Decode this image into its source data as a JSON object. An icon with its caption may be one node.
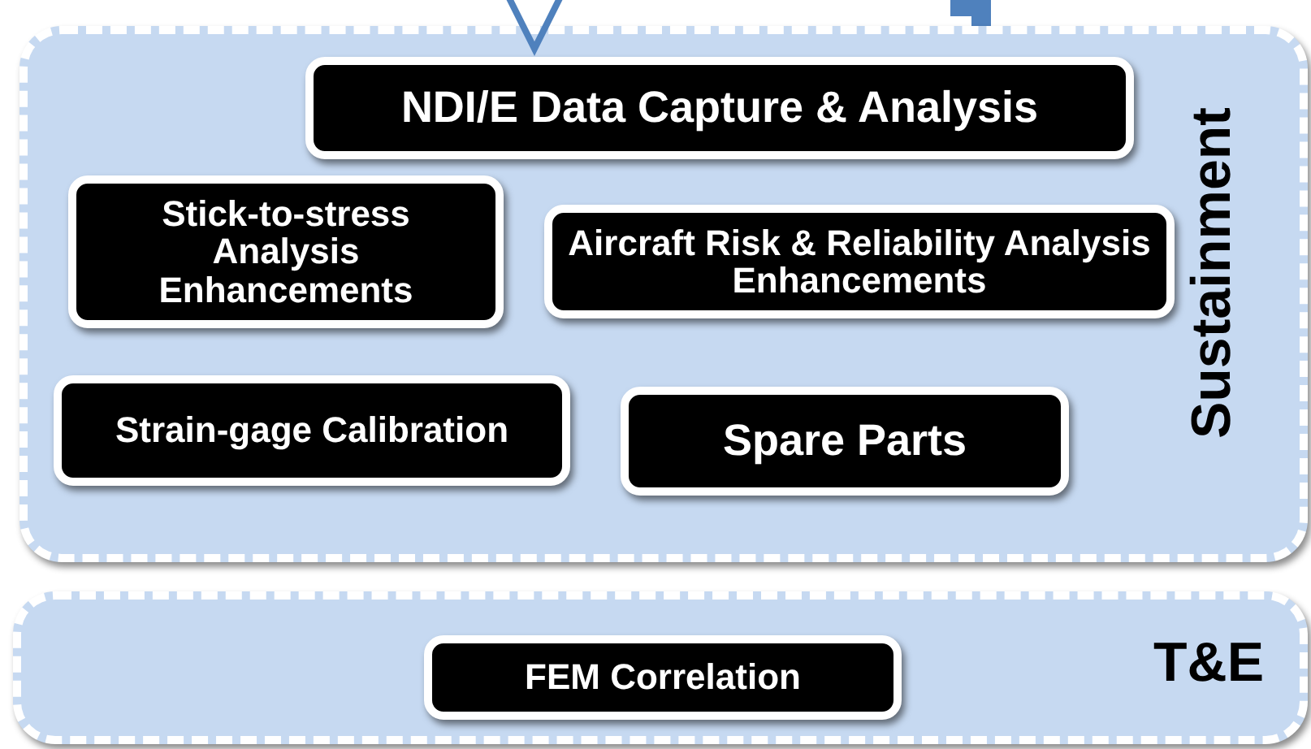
{
  "diagram": {
    "nodes": [
      {
        "text": [
          "Sustainment"
        ]
      },
      {
        "text": [
          "NDI/E Data Capture & Analysis"
        ],
        "in": 0
      },
      {
        "text": [
          "Stick-to-stress Analysis Enhancements"
        ],
        "in": 0
      },
      {
        "text": [
          "Aircraft Risk & Reliability Analysis Enhancements"
        ],
        "in": 0
      },
      {
        "text": [
          "Strain-gage Calibration"
        ],
        "in": 0
      },
      {
        "text": [
          "Spare Parts"
        ],
        "in": 0
      },
      {
        "text": [
          "T&E"
        ]
      },
      {
        "text": [
          "FEM Correlation"
        ],
        "in": 6
      }
    ],
    "edges": [
      {
        "from": null,
        "to": 1,
        "arrow": "to",
        "color": "#4f81bd"
      }
    ]
  }
}
